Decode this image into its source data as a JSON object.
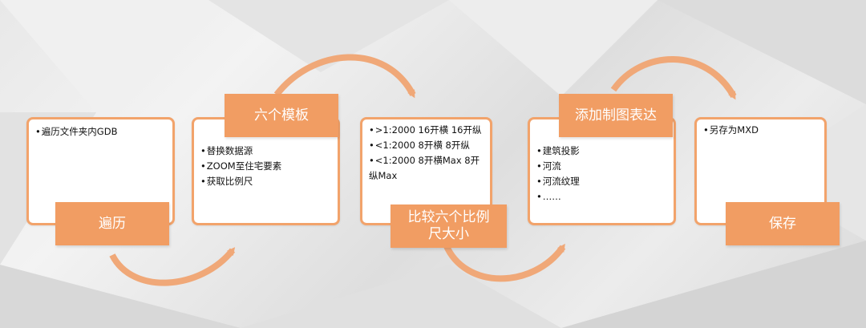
{
  "colors": {
    "accent": "#f19d63",
    "card_border": "#f2a36b",
    "arrow": "#f0a878",
    "background": "#e6e6e6"
  },
  "steps": [
    {
      "label": "遍历",
      "items": [
        "遍历文件夹内GDB"
      ]
    },
    {
      "label": "六个模板",
      "items": [
        "替换数据源",
        "ZOOM至住宅要素",
        "获取比例尺"
      ]
    },
    {
      "label_lines": [
        "比较六个比例",
        "尺大小"
      ],
      "items": [
        ">1:2000 16开横 16开纵",
        "<1:2000 8开横 8开纵",
        "<1:2000 8开横Max 8开\n纵Max"
      ]
    },
    {
      "label": "添加制图表达",
      "items": [
        "建筑投影",
        "河流",
        "河流纹理",
        "……"
      ]
    },
    {
      "label": "保存",
      "items": [
        "另存为MXD"
      ]
    }
  ]
}
